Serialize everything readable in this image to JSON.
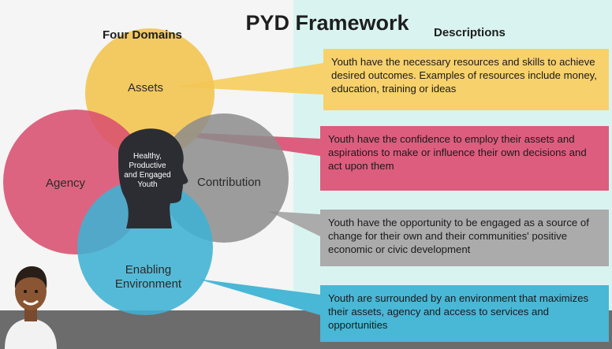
{
  "title": "PYD Framework",
  "headers": {
    "domains": "Four Domains",
    "descriptions": "Descriptions"
  },
  "domains": {
    "assets": "Assets",
    "agency": "Agency",
    "contribution": "Contribution",
    "enabling_line1": "Enabling",
    "enabling_line2": "Environment"
  },
  "center": {
    "line1": "Healthy,",
    "line2": "Productive",
    "line3": "and Engaged",
    "line4": "Youth"
  },
  "descriptions": {
    "assets": "Youth have the necessary resources and skills to achieve desired outcomes. Examples of resources include money, education, training or ideas",
    "agency": "Youth have the confidence to employ their assets and aspirations to make or influence their own decisions and act upon them",
    "contribution": "Youth have the opportunity to be engaged as a source of change for their own and their communities' positive economic or civic development",
    "enabling": "Youth are surrounded by an environment that maximizes their assets, agency and access to services and opportunities"
  },
  "colors": {
    "assets": "#f2c555",
    "agency": "#d9506f",
    "contribution": "#8c8c8c",
    "enabling": "#3fb2d3",
    "right_panel": "#d9f4f0"
  }
}
